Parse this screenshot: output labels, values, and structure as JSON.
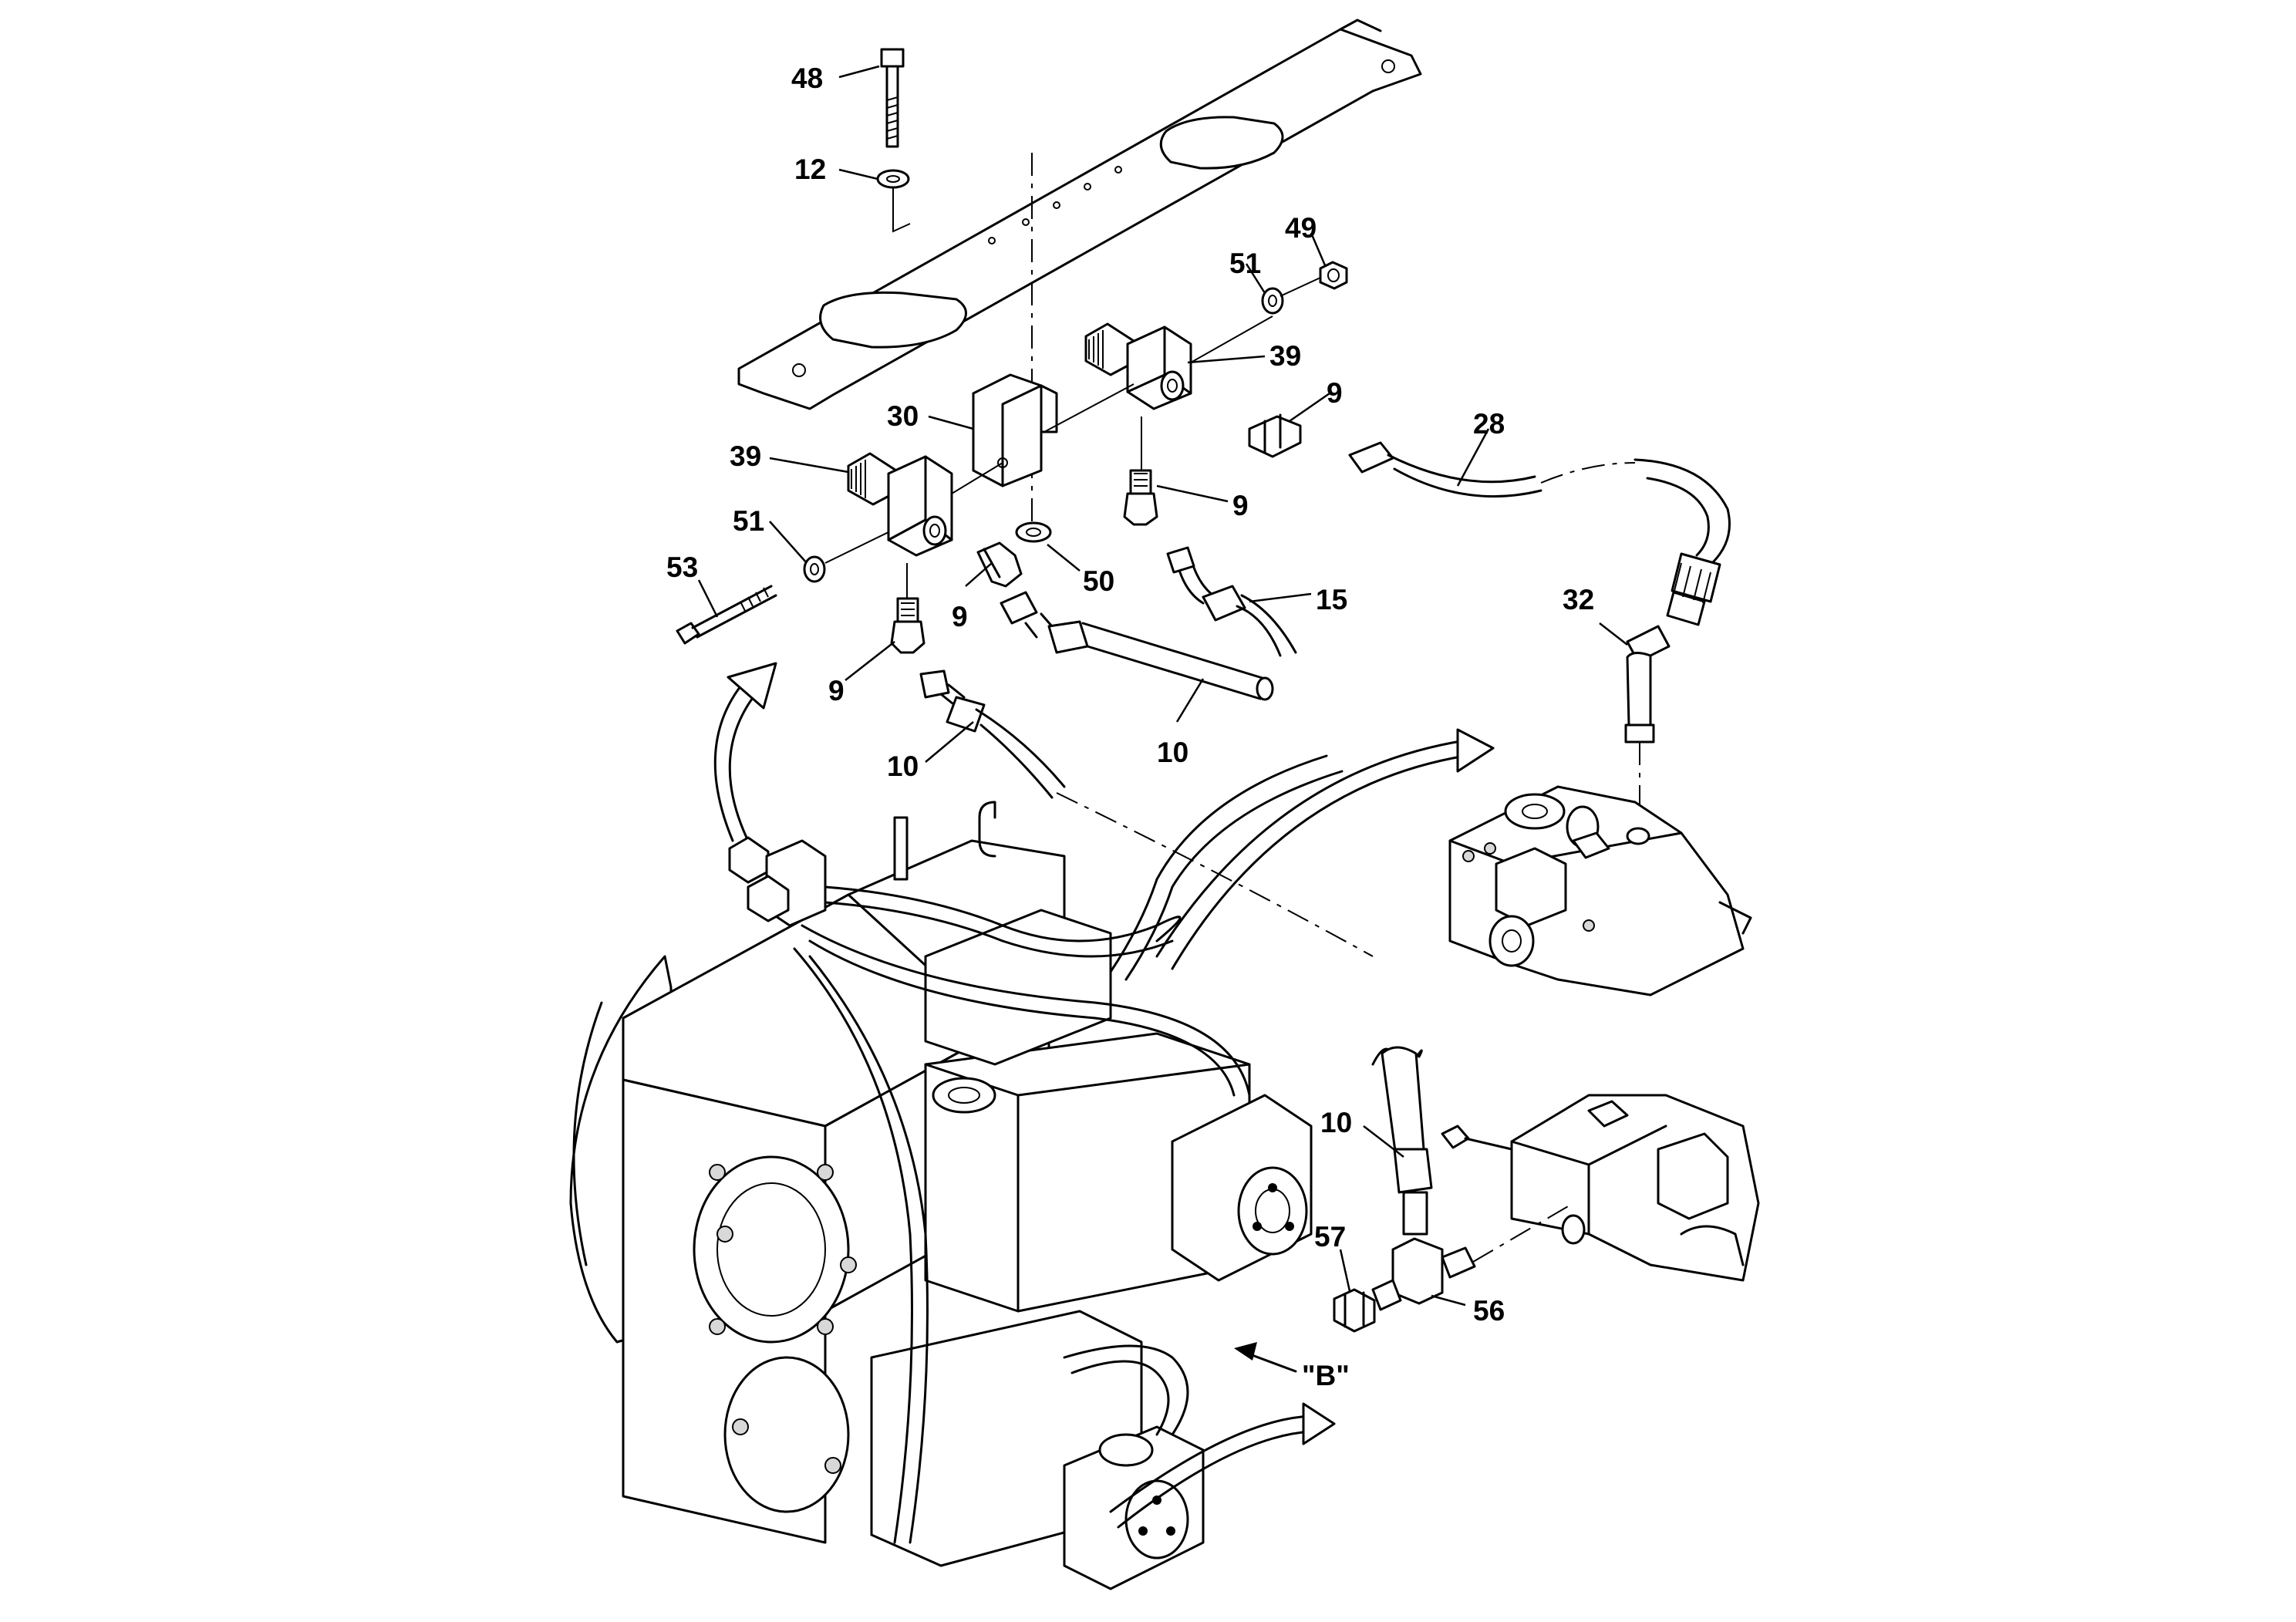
{
  "callouts": {
    "c48": "48",
    "c12": "12",
    "c49": "49",
    "c51_upper": "51",
    "c39_upper": "39",
    "c9_upper_right": "9",
    "c28": "28",
    "c30": "30",
    "c39_left": "39",
    "c9_mid": "9",
    "c51_left": "51",
    "c53": "53",
    "c50": "50",
    "c15": "15",
    "c9_lower": "9",
    "c9_left": "9",
    "c10_upper": "10",
    "c10_left": "10",
    "c32": "32",
    "c10_lower": "10",
    "c57": "57",
    "c56": "56",
    "view_b": "\"B\""
  }
}
